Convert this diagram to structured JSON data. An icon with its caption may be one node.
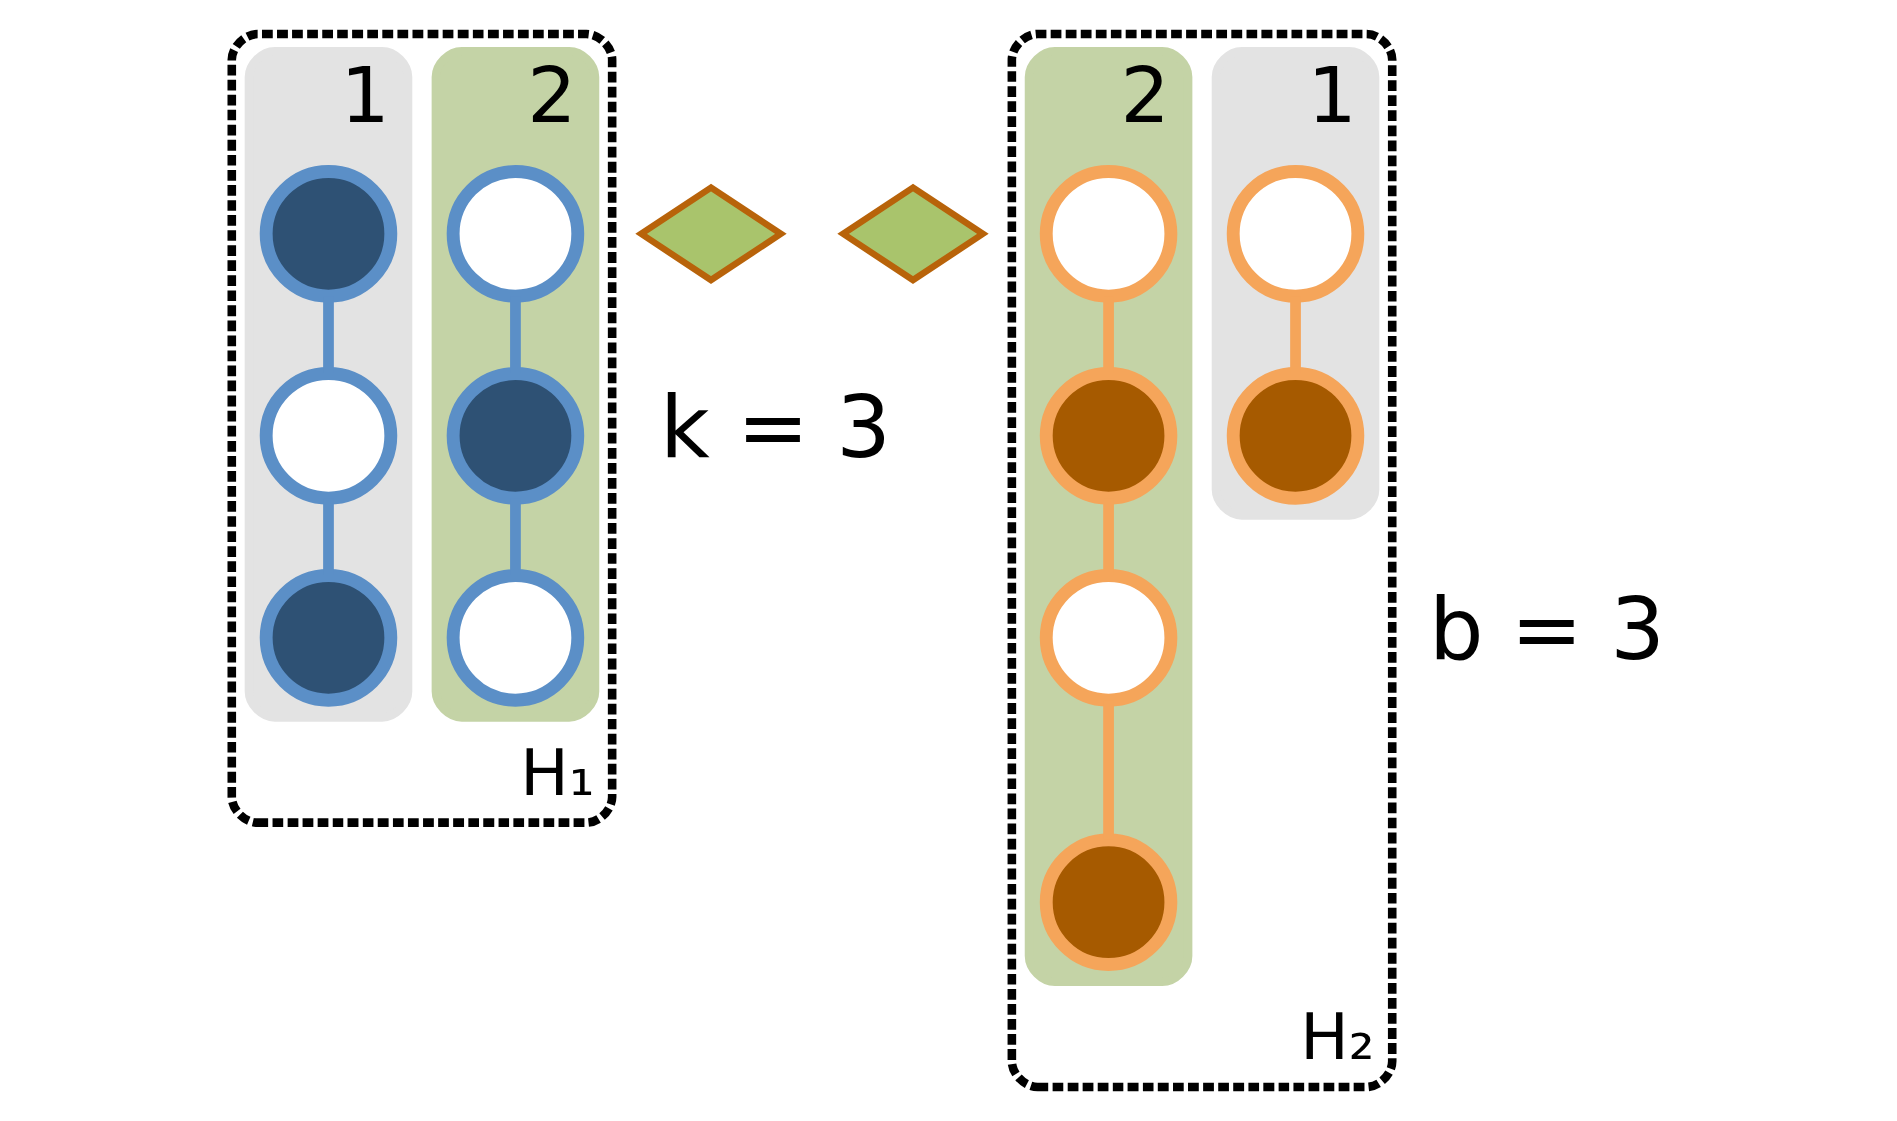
{
  "diagram": {
    "nodes": [
      {
        "text": [
          "H₁"
        ]
      },
      {
        "text": [
          "2"
        ],
        "in": 0
      },
      {
        "text": [],
        "shape": "circle",
        "in": 1
      },
      {
        "text": [],
        "shape": "circle",
        "in": 1
      },
      {
        "text": [],
        "shape": "circle",
        "in": 1
      },
      {
        "text": [
          "1"
        ],
        "in": 0
      },
      {
        "text": [],
        "shape": "circle",
        "in": 5
      },
      {
        "text": [],
        "shape": "circle",
        "in": 5
      },
      {
        "text": [],
        "shape": "circle",
        "in": 5
      },
      {
        "text": [],
        "shape": "diamond"
      },
      {
        "text": [],
        "shape": "diamond"
      },
      {
        "text": [
          "H₂"
        ]
      },
      {
        "text": [
          "2"
        ],
        "in": 11
      },
      {
        "text": [],
        "shape": "circle",
        "in": 12
      },
      {
        "text": [],
        "shape": "circle",
        "in": 12
      },
      {
        "text": [],
        "shape": "circle",
        "in": 12
      },
      {
        "text": [],
        "shape": "circle",
        "in": 12
      },
      {
        "text": [
          "1"
        ],
        "in": 11
      },
      {
        "text": [],
        "shape": "circle",
        "in": 17
      },
      {
        "text": [],
        "shape": "circle",
        "in": 17
      }
    ],
    "edges": [
      {
        "from": 2,
        "to": 3,
        "arrow": "none",
        "color": "#5b8fc7"
      },
      {
        "from": 3,
        "to": 4,
        "arrow": "none",
        "color": "#5b8fc7"
      },
      {
        "from": 6,
        "to": 7,
        "arrow": "none",
        "color": "#5b8fc7"
      },
      {
        "from": 7,
        "to": 8,
        "arrow": "none",
        "color": "#5b8fc7"
      },
      {
        "from": 13,
        "to": 14,
        "arrow": "none",
        "color": "#f5a55a"
      },
      {
        "from": 14,
        "to": 15,
        "arrow": "none",
        "color": "#f5a55a"
      },
      {
        "from": 15,
        "to": 16,
        "arrow": "none",
        "color": "#f5a55a"
      },
      {
        "from": 18,
        "to": 19,
        "arrow": "none",
        "color": "#f5a55a"
      }
    ],
    "labels": [
      "k = 3",
      "b = 3"
    ]
  }
}
